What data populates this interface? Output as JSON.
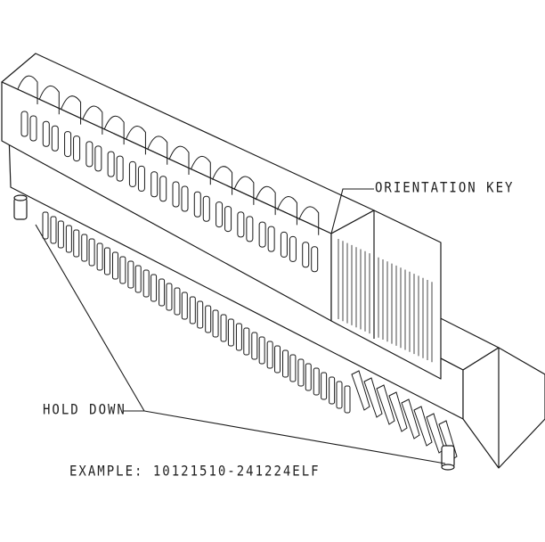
{
  "callouts": {
    "orientation_key": "ORIENTATION KEY",
    "hold_down": "HOLD DOWN"
  },
  "example": {
    "label": "EXAMPLE:",
    "part_number": "10121510-241224ELF"
  },
  "colors": {
    "line": "#1a1a1a",
    "fill": "#ffffff"
  }
}
